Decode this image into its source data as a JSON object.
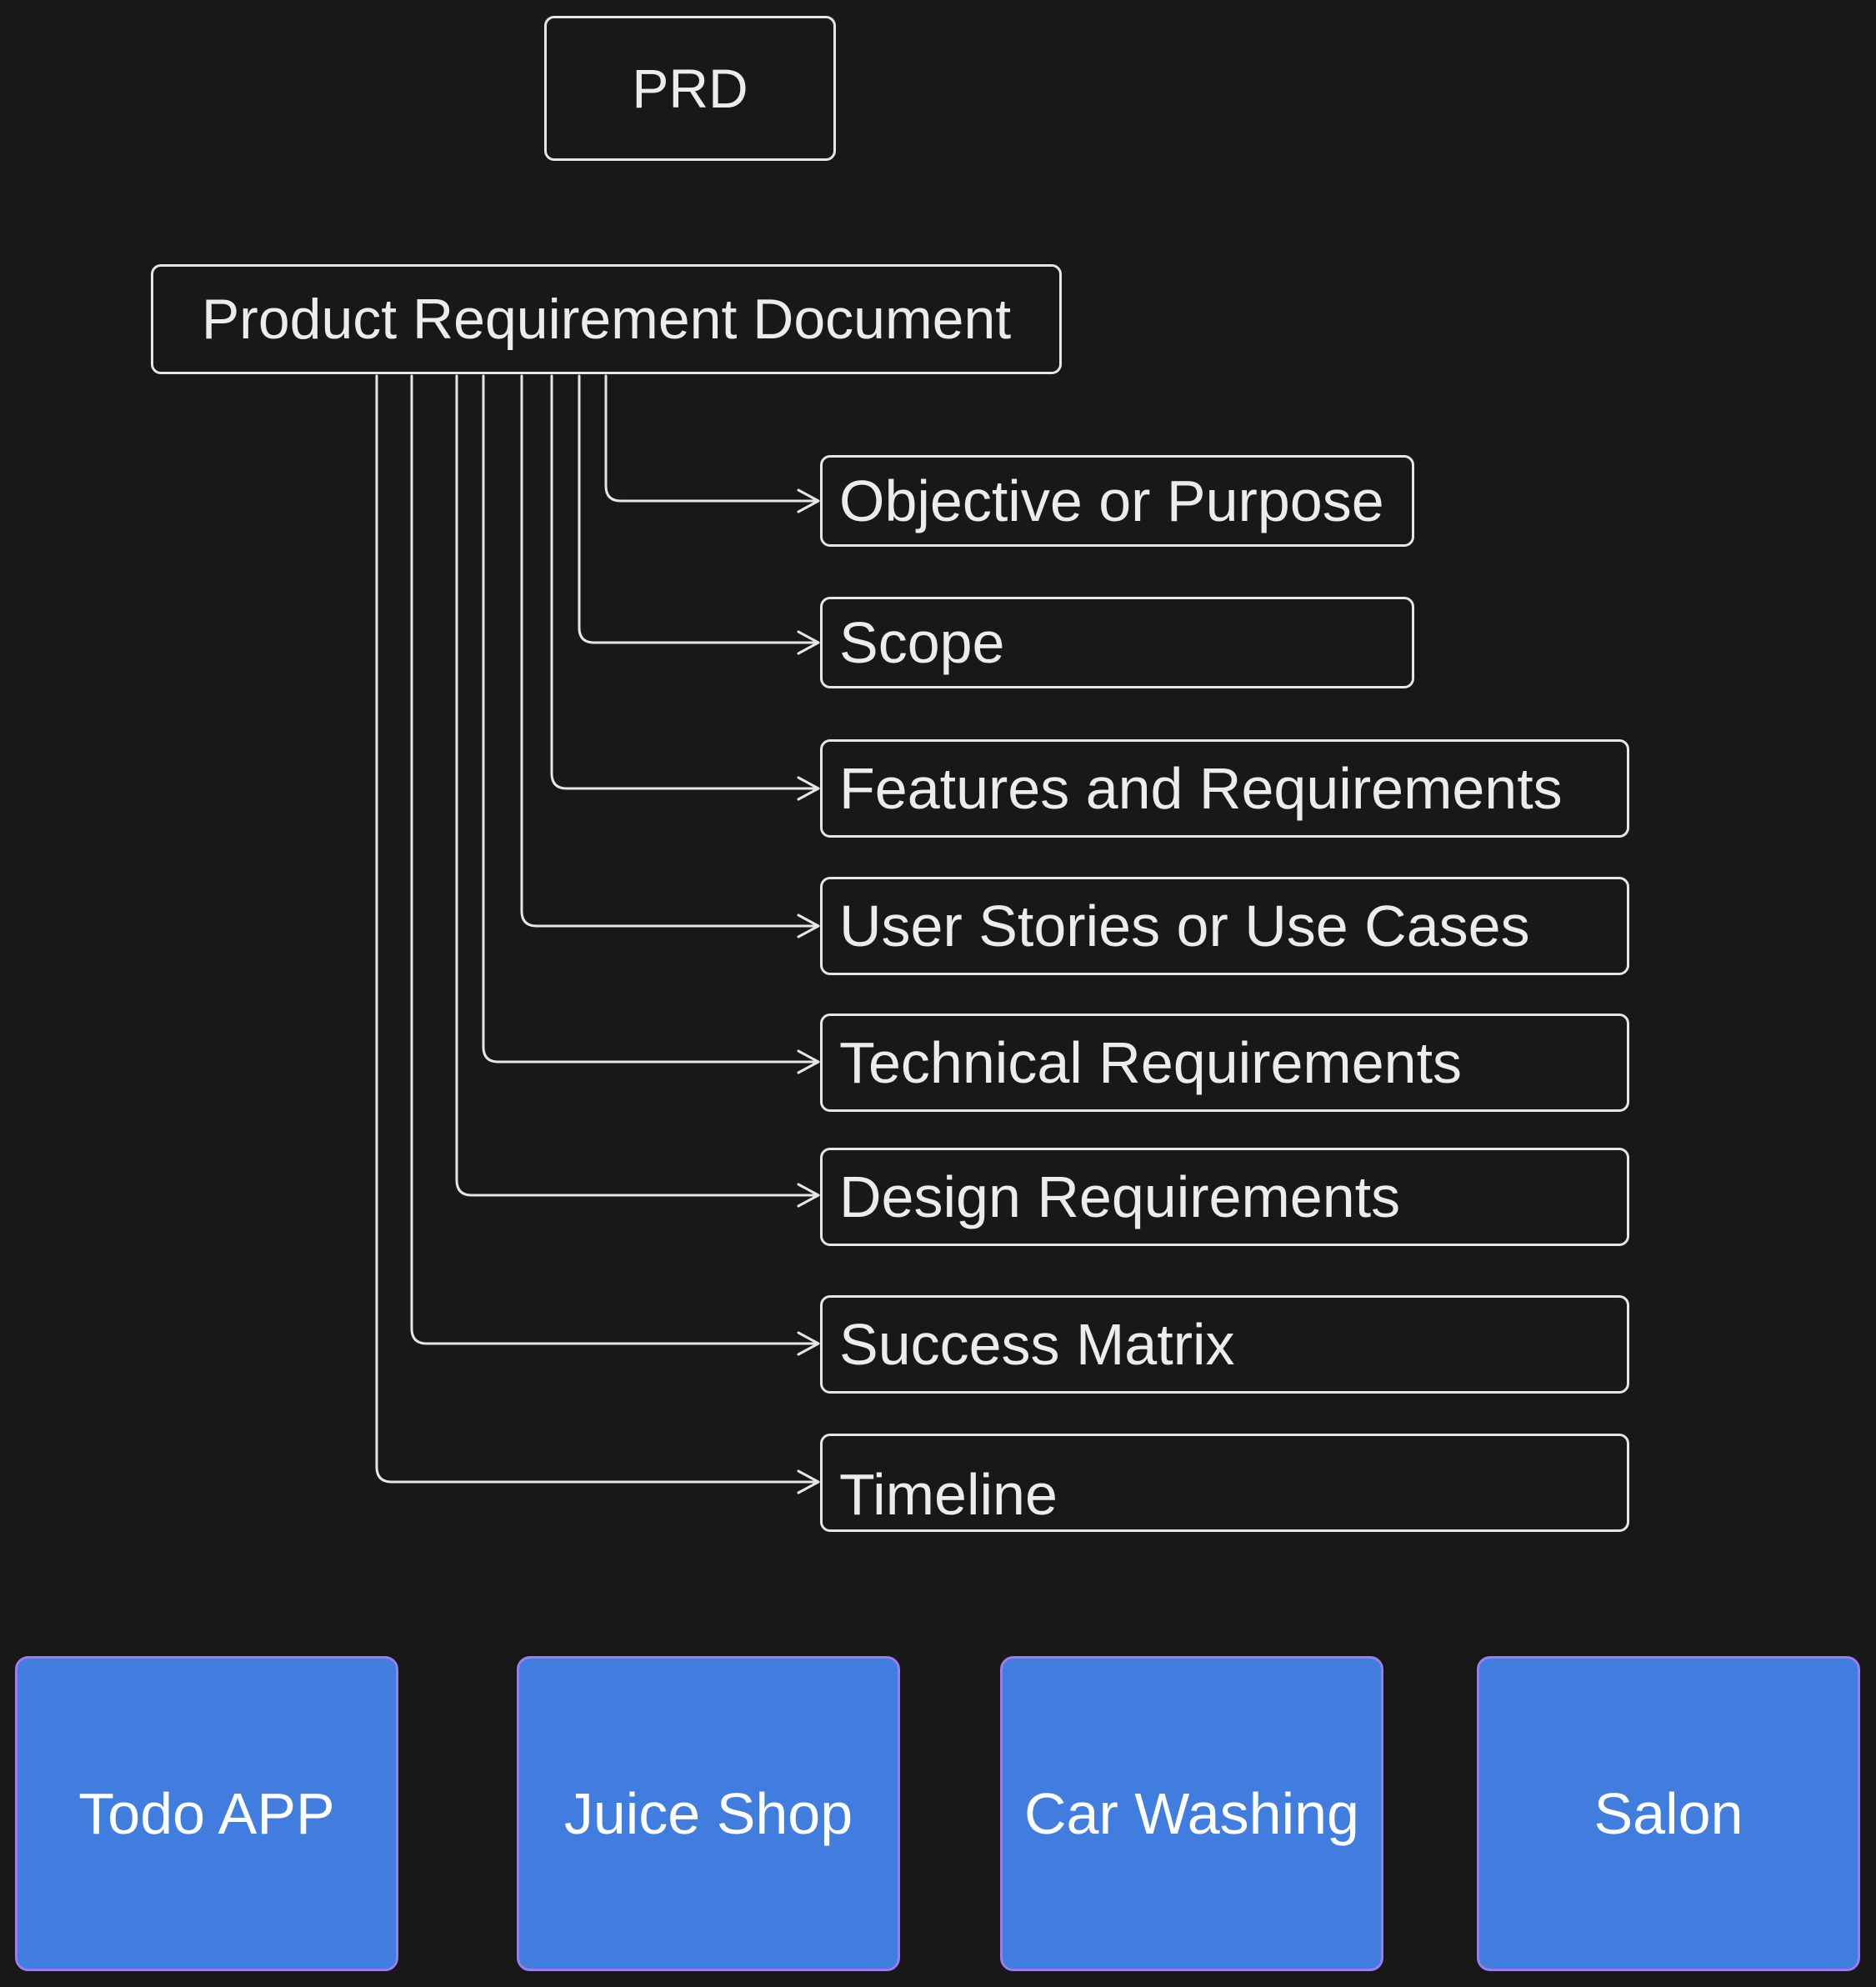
{
  "title_node": {
    "label": "PRD"
  },
  "root_node": {
    "label": "Product Requirement Document"
  },
  "sections": [
    {
      "label": "Objective or Purpose"
    },
    {
      "label": "Scope"
    },
    {
      "label": "Features and Requirements"
    },
    {
      "label": "User Stories or Use Cases"
    },
    {
      "label": "Technical Requirements"
    },
    {
      "label": "Design Requirements"
    },
    {
      "label": "Success Matrix"
    },
    {
      "label": "Timeline"
    }
  ],
  "examples": [
    {
      "label": "Todo APP"
    },
    {
      "label": "Juice Shop"
    },
    {
      "label": "Car Washing"
    },
    {
      "label": "Salon"
    }
  ],
  "colors": {
    "background": "#181818",
    "stroke": "#e6e6e6",
    "example_fill": "#407ddf",
    "example_border": "#9b7df0"
  }
}
